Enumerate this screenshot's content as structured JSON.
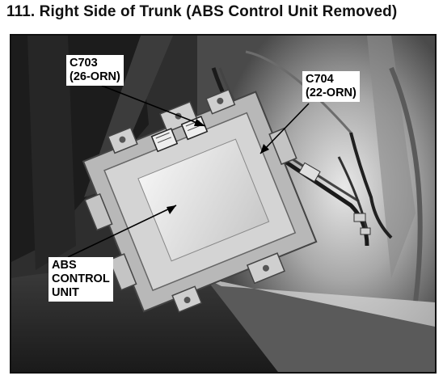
{
  "title": "111. Right Side of Trunk (ABS Control Unit Removed)",
  "photo": {
    "description_alt": "Photo of right side of trunk with ABS control unit removed"
  },
  "callouts": {
    "c703": {
      "line1": "C703",
      "line2": "(26-ORN)"
    },
    "c704": {
      "line1": "C704",
      "line2": "(22-ORN)"
    },
    "abs": {
      "line1": "ABS",
      "line2": "CONTROL",
      "line3": "UNIT"
    }
  }
}
